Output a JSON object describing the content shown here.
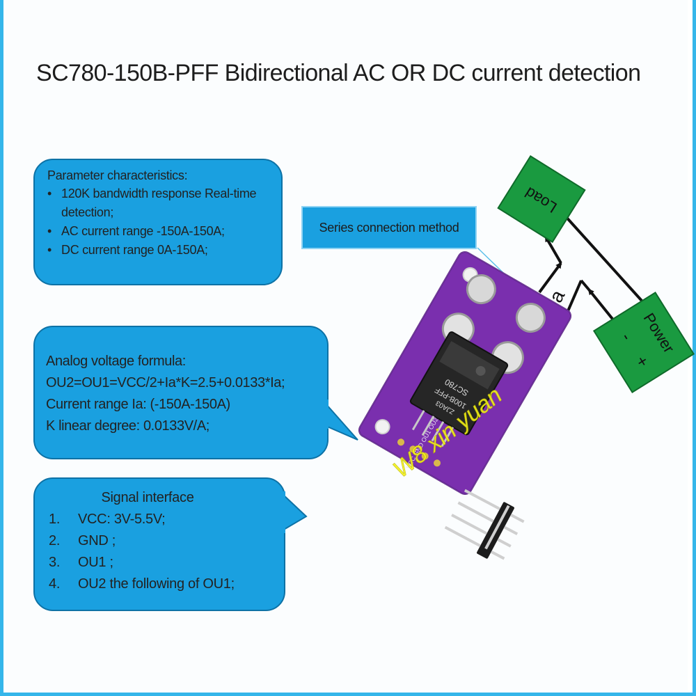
{
  "title": "SC780-150B-PFF Bidirectional AC OR DC current detection",
  "parameters": {
    "heading": "Parameter characteristics:",
    "items": [
      "120K bandwidth response Real-time detection;",
      "AC current range  -150A-150A;",
      "DC current range   0A-150A;"
    ]
  },
  "analog": {
    "lines": [
      "Analog voltage formula:",
      "OU2=OU1=VCC/2+Ia*K=2.5+0.0133*Ia;",
      "Current range Ia: (-150A-150A)",
      "K linear degree: 0.0133V/A;"
    ]
  },
  "signal": {
    "heading": "Signal  interface",
    "items": [
      {
        "num": "1.",
        "text": "VCC: 3V-5.5V;"
      },
      {
        "num": "2.",
        "text": "GND ;"
      },
      {
        "num": "3.",
        "text": "OU1  ;"
      },
      {
        "num": "4.",
        "text": "OU2  the following of OU1;"
      }
    ]
  },
  "series_label": "Series connection method",
  "diagram": {
    "load_label": "Load",
    "power_label": "Power",
    "plus": "+",
    "minus": "-",
    "current_label": "Ia"
  },
  "chip": {
    "line1": "SC780",
    "line2": "100B-PFF",
    "line3": "ZJA03"
  },
  "pin_labels": "VCC GND OU1 OU2",
  "watermark": "W8 xin yuan",
  "colors": {
    "bubble": "#1aa0e0",
    "frame": "#35b6ea",
    "board": "#7a2fae",
    "box": "#1a9a40"
  }
}
